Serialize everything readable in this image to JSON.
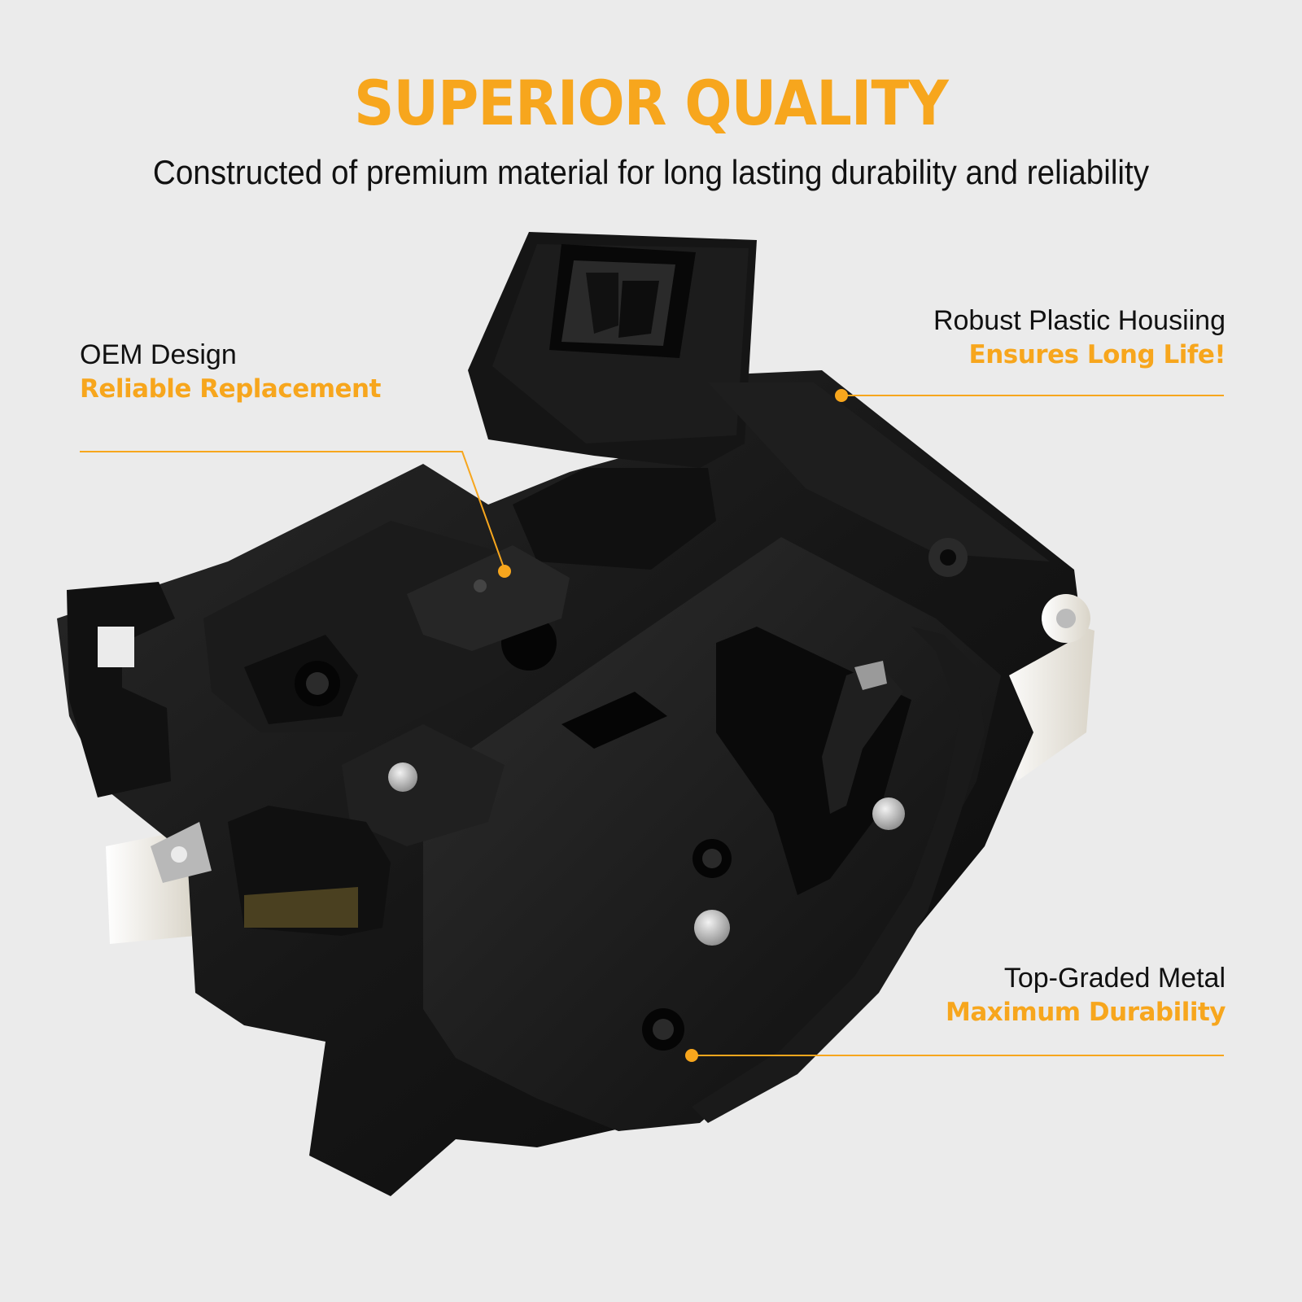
{
  "header": {
    "title": "SUPERIOR QUALITY",
    "subtitle": "Constructed of premium material for long lasting durability and reliability"
  },
  "callouts": {
    "oem": {
      "title": "OEM Design",
      "subtitle": "Reliable Replacement"
    },
    "housing": {
      "title": "Robust Plastic Housiing",
      "subtitle": "Ensures Long Life!"
    },
    "metal": {
      "title": "Top-Graded Metal",
      "subtitle": "Maximum Durability"
    }
  },
  "colors": {
    "accent": "#f7a61d",
    "background": "#ebebeb",
    "text": "#111111",
    "product": "#141414"
  }
}
